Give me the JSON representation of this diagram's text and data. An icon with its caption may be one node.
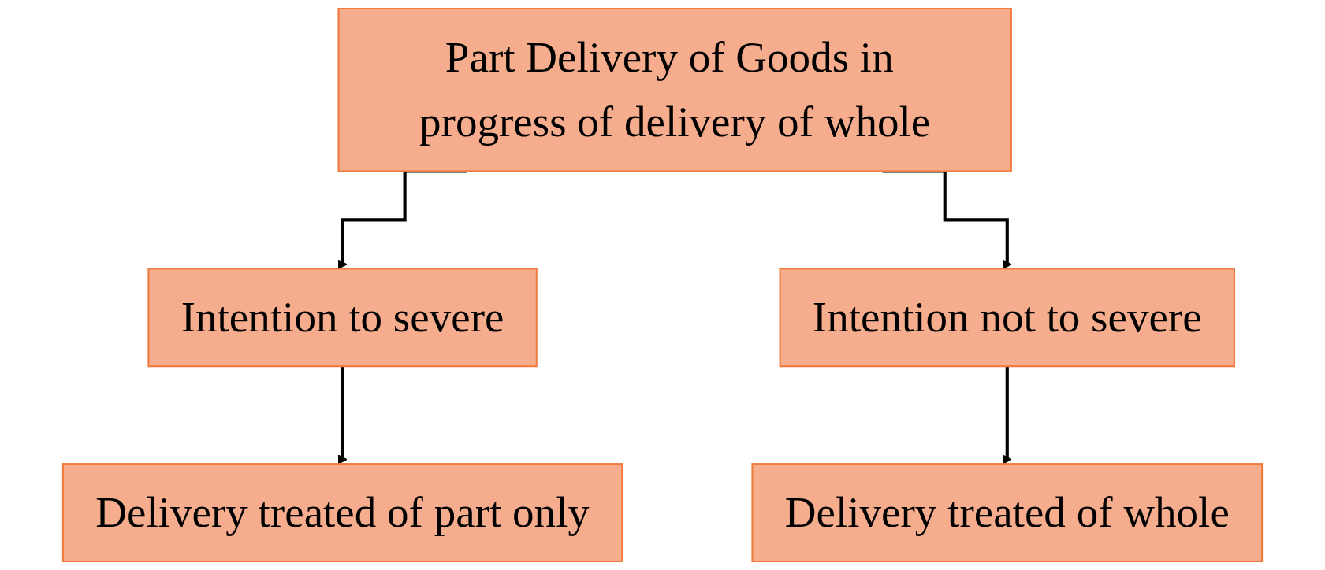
{
  "diagram": {
    "nodes": [
      {
        "text": [
          "Part Delivery of Goods in progress of delivery of whole"
        ]
      },
      {
        "text": [
          "Intention to severe"
        ]
      },
      {
        "text": [
          "Intention not to severe"
        ]
      },
      {
        "text": [
          "Delivery treated of part only"
        ]
      },
      {
        "text": [
          "Delivery treated of whole"
        ]
      }
    ],
    "edges": [
      {
        "from": 0,
        "to": 1,
        "arrow": "to"
      },
      {
        "from": 0,
        "to": 2,
        "arrow": "to"
      },
      {
        "from": 1,
        "to": 3,
        "arrow": "to"
      },
      {
        "from": 2,
        "to": 4,
        "arrow": "to"
      }
    ]
  }
}
